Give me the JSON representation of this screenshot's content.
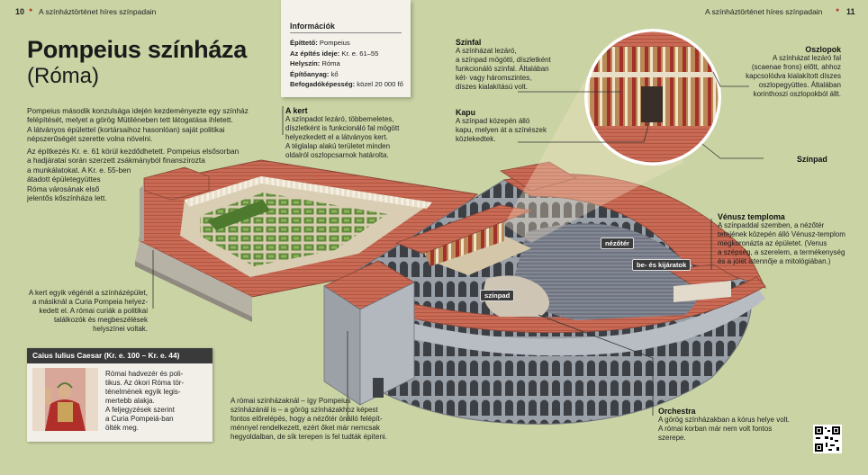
{
  "header": {
    "left_page": "10",
    "left_title": "A színháztörténet híres színpadain",
    "right_title": "A színháztörténet híres színpadain",
    "right_page": "11"
  },
  "title": {
    "line1": "Pompeius színháza",
    "line2": "(Róma)"
  },
  "intro": {
    "p1": [
      "Pompeius második konzulsága idején kezdeményezte egy színház",
      "felépítését, melyet a görög Mütiléneben tett látogatása ihletett.",
      "A látványos épülettel (kortársaihoz hasonlóan) saját politikai",
      "népszerűségét szerette volna növelni."
    ],
    "p2": [
      "Az építkezés Kr. e. 61 körül kezdődhetett. Pompeius elsősorban",
      "a hadjáratai során szerzett zsákmányból finanszírozta",
      "a munkálatokat. A Kr. e. 55-ben",
      "átadott épületegyüttes",
      "Róma városának első",
      "jelentős kőszínháza lett."
    ]
  },
  "info": {
    "title": "Információk",
    "rows": [
      {
        "key": "Építtető:",
        "value": "Pompeius"
      },
      {
        "key": "Az építés ideje:",
        "value": "Kr. e. 61–55"
      },
      {
        "key": "Helyszín:",
        "value": "Róma"
      },
      {
        "key": "Építőanyag:",
        "value": "kő"
      },
      {
        "key": "Befogadóképesség:",
        "value": "közel 20 000 fő"
      }
    ]
  },
  "kert": {
    "title": "A kert",
    "lines": [
      "A színpadot lezáró, többemeletes,",
      "díszletként is funkcionáló fal mögött",
      "helyezkedett el a látványos kert.",
      "A téglalap alakú területet minden",
      "oldalról oszlopcsarnok határolta."
    ]
  },
  "szinfal": {
    "title": "Színfal",
    "lines": [
      "A színházat lezáró,",
      "a színpad mögötti, díszletként",
      "funkcionáló színfal. Általában",
      "két- vagy háromszintes,",
      "díszes kialakítású volt."
    ]
  },
  "kapu": {
    "title": "Kapu",
    "lines": [
      "A színpad közepén álló",
      "kapu, melyen át a színészek",
      "közlekedtek."
    ]
  },
  "oszlopok": {
    "title": "Oszlopok",
    "lines": [
      "A színházat lezáró fal",
      "(scaenae frons) előtt, ahhoz",
      "kapcsolódva kialakított díszes",
      "oszlopegyüttes. Általában",
      "korinthoszi oszlopokból állt."
    ]
  },
  "szinpad_label": "Színpad",
  "venusz": {
    "title": "Vénusz temploma",
    "lines": [
      "A színpaddal szemben, a nézőtér",
      "tetejének közepén álló Vénusz-templom",
      "megkoronázta az épületet. (Venus",
      "a szépség, a szerelem, a termékenység",
      "és a jólét istennője a mitológiában.)"
    ]
  },
  "tags": {
    "nezoter": "nézőtér",
    "bejaratok": "be- és kijáratok",
    "szinpad": "színpad"
  },
  "kert_vegen": {
    "lines": [
      "A kert egyik végénél a színházépület,",
      "a másiknál a Curia Pompeia helyez-",
      "kedett el. A római curiák a politikai",
      "találkozók és megbeszélések",
      "helyszínei voltak."
    ]
  },
  "caius": {
    "title": "Caius Iulius Caesar (Kr. e. 100 – Kr. e. 44)",
    "lines": [
      "Római hadvezér és poli-",
      "tikus. Az ókori Róma tör-",
      "ténelmének egyik legis-",
      "mertebb alakja.",
      "A feljegyzések szerint",
      "a Curia Pompeiá-ban",
      "ölték meg."
    ]
  },
  "romai": {
    "lines": [
      "A római színházaknál – így Pompeius",
      "színházánál is – a görög színházakhoz képest",
      "fontos előrelépés, hogy a nézőtér önálló felépít-",
      "ménnyel rendelkezett, ezért őket már nemcsak",
      "hegyoldalban, de sík terepen is fel tudták építeni."
    ]
  },
  "orchestra": {
    "title": "Orchestra",
    "lines": [
      "A görög színházakban a kórus helye volt.",
      "A római korban már nem volt fontos",
      "szerepe."
    ]
  },
  "colors": {
    "background": "#c9d3a4",
    "roof": "#c96a55",
    "stone": "#a7acb3",
    "accent": "#c0392b"
  }
}
